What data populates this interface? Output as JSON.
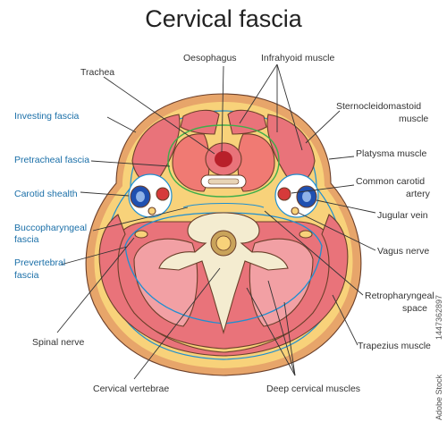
{
  "title": "Cervical fascia",
  "colors": {
    "skin": "#f5c99a",
    "skin_edge": "#e7a56a",
    "fat": "#f8d27a",
    "muscle": "#e9737a",
    "muscle_light": "#f2a0a4",
    "fascia_green": "#3fae4a",
    "fascia_blue": "#1f8fd0",
    "bone": "#f4ecd0",
    "thyroid": "#f07a73",
    "vein": "#1f4fb0",
    "artery": "#d63a3a",
    "label_blue": "#1a6fa8"
  },
  "labels": {
    "oesophagus": "Oesophagus",
    "infrahyoid": "Infrahyoid muscle",
    "trachea": "Trachea",
    "investing": "Investing fascia",
    "scm_line1": "Sternocleidomastoid",
    "scm_line2": "muscle",
    "pretracheal": "Pretracheal fascia",
    "platysma": "Platysma muscle",
    "carotid_sheath": "Carotid shealth",
    "common_carotid_line1": "Common carotid",
    "common_carotid_line2": "artery",
    "jugular": "Jugular vein",
    "bucco_line1": "Buccopharyngeal",
    "bucco_line2": "fascia",
    "vagus": "Vagus nerve",
    "prevertebral_line1": "Prevertebral",
    "prevertebral_line2": "fascia",
    "retro_line1": "Retropharyngeal",
    "retro_line2": "space",
    "spinal_nerve": "Spinal nerve",
    "trapezius": "Trapezius muscle",
    "cervical_vertebrae": "Cervical vertebrae",
    "deep_cervical": "Deep cervical muscles"
  },
  "watermark": {
    "side_id": "1447362897",
    "side_brand": "Adobe Stock"
  }
}
